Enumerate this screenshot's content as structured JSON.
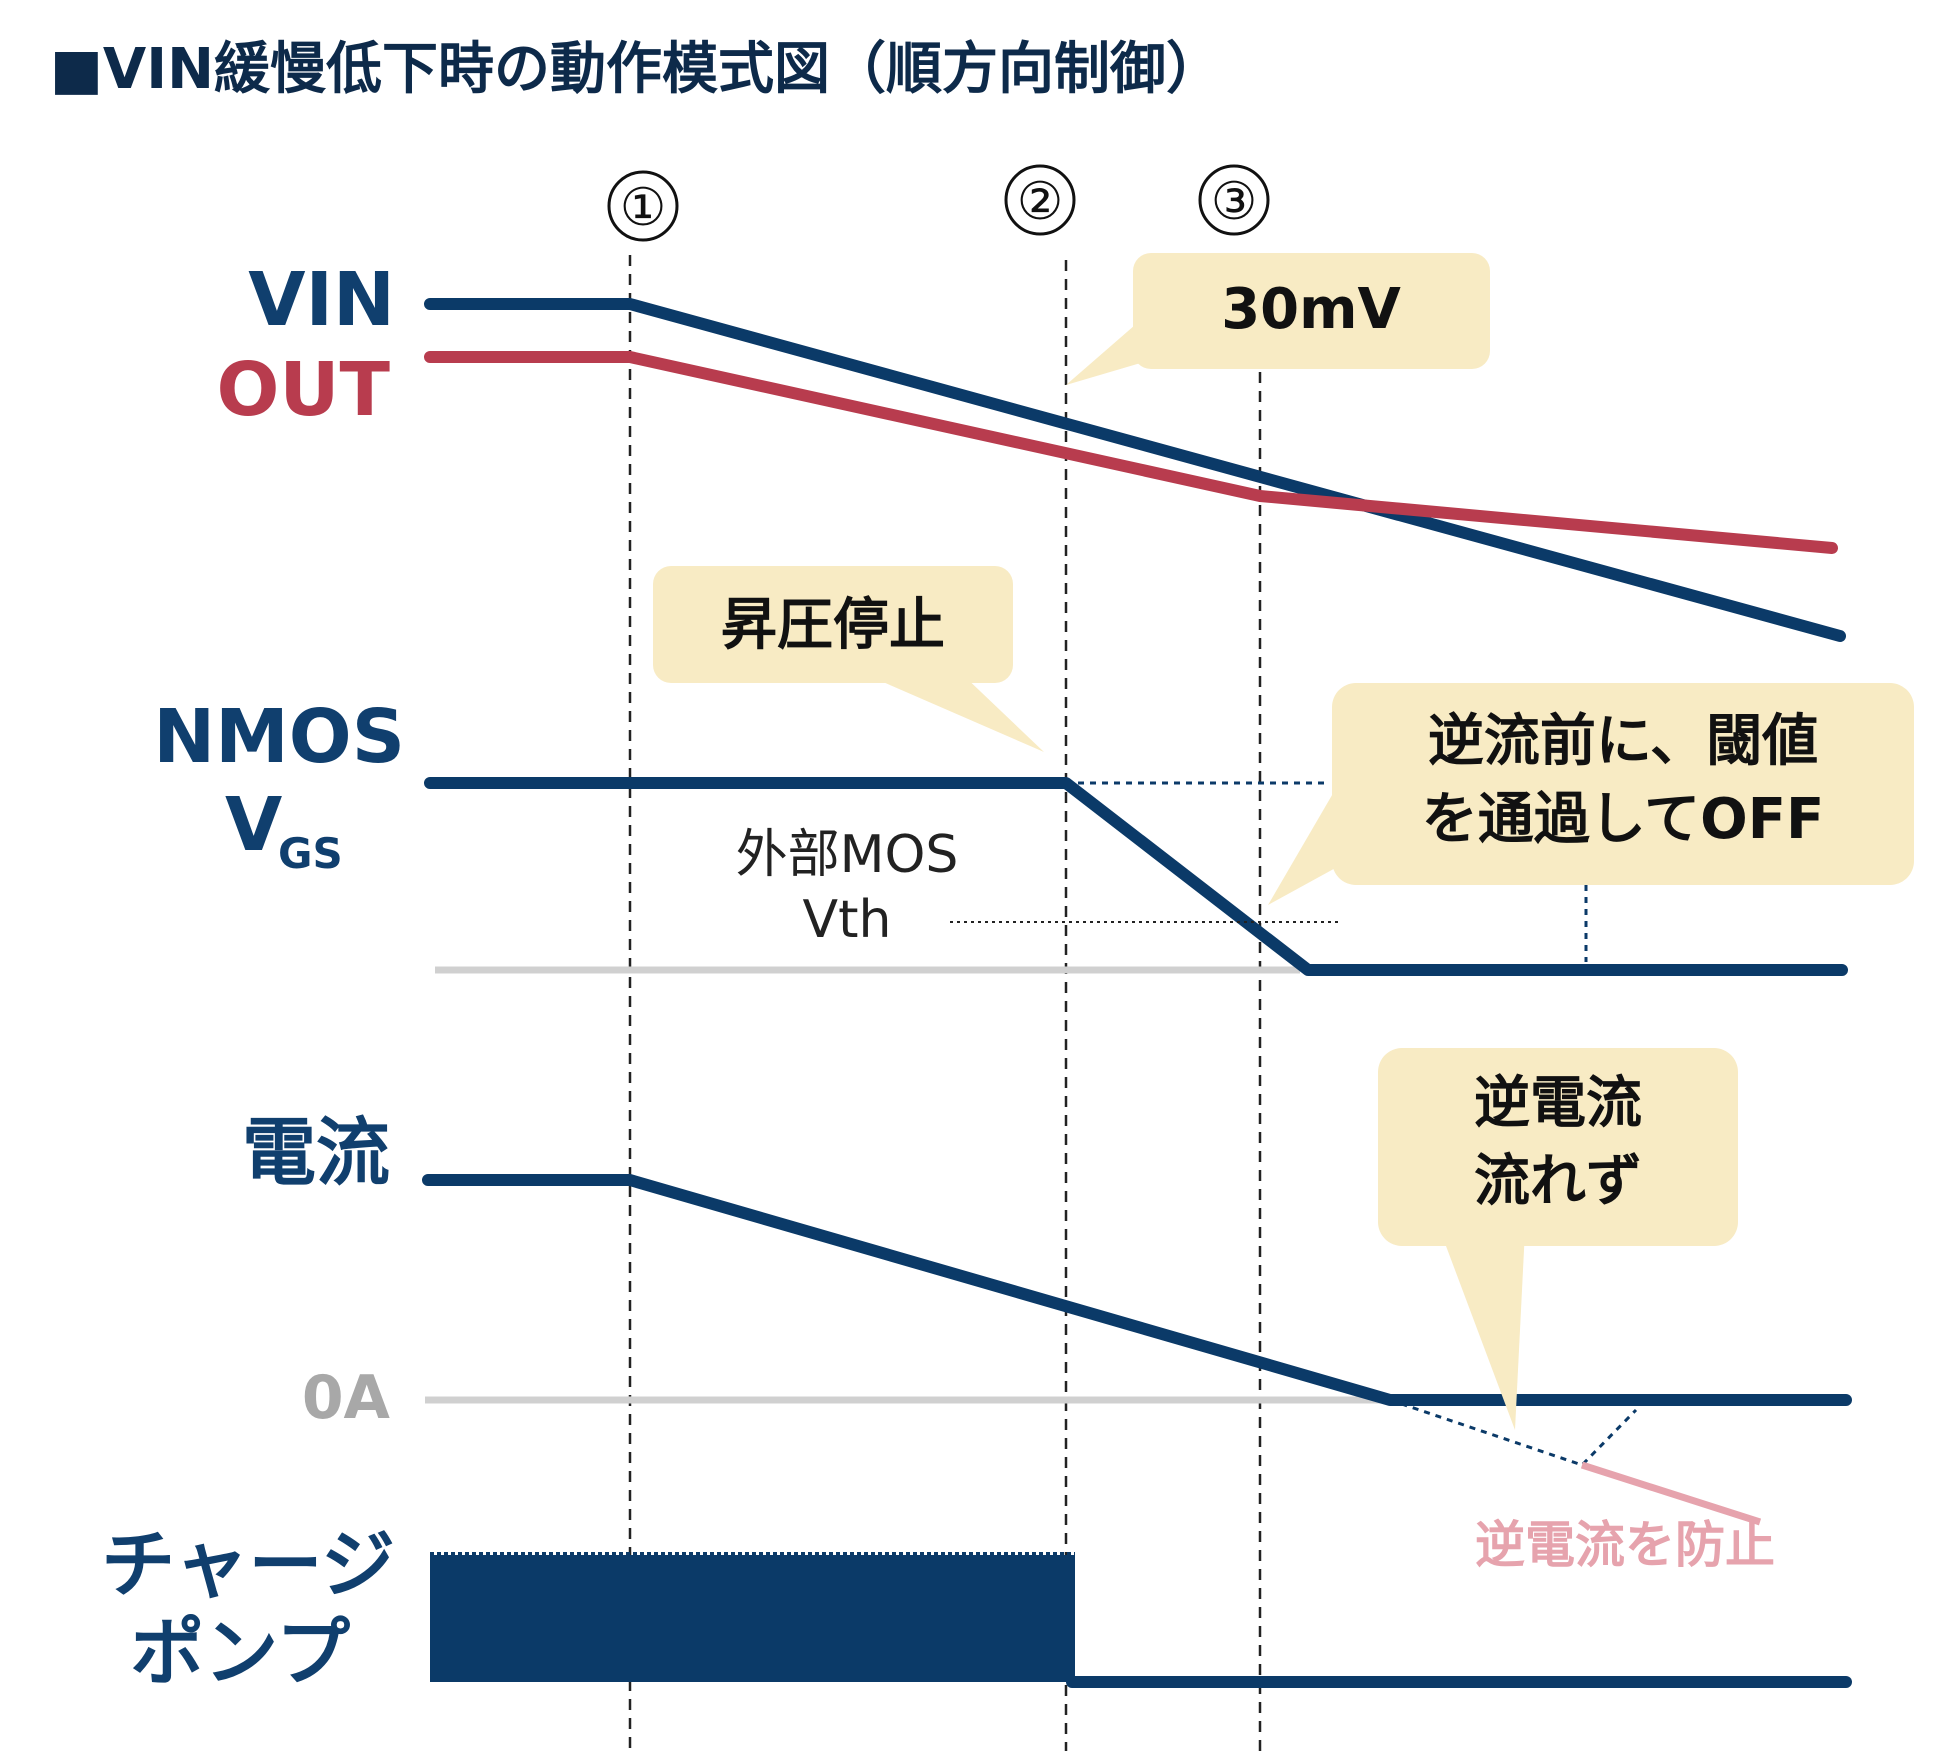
{
  "title": "■VIN緩慢低下時の動作模式図（順方向制御）",
  "markers": [
    "①",
    "②",
    "③"
  ],
  "signals": {
    "vin": "VIN",
    "out": "OUT",
    "nmos_main": "NMOS",
    "nmos_v": "V",
    "nmos_sub": "GS",
    "current": "電流",
    "zero_current": "0A",
    "charge_pump_line1": "チャージ",
    "charge_pump_line2": "ポンプ"
  },
  "callouts": {
    "voltage_diff": "30mV",
    "boost_stop": "昇圧停止",
    "threshold_line1": "逆流前に、閾値",
    "threshold_line2": "を通過してOFF",
    "no_reverse_line1": "逆電流",
    "no_reverse_line2": "流れず"
  },
  "annotations": {
    "vth_line1": "外部MOS",
    "vth_line2": "Vth",
    "prevent_reverse": "逆電流を防止"
  },
  "colors": {
    "navy": "#0b3a68",
    "red": "#b83c4e",
    "callout": "#f8ebc4",
    "baseline": "#d0d0d0",
    "pink": "#e6a3ad"
  }
}
